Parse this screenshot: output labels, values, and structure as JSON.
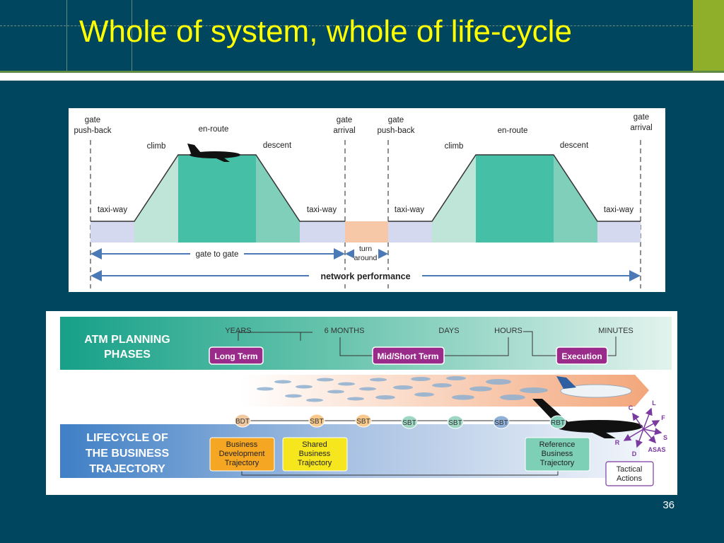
{
  "slide": {
    "title": "Whole of system, whole of life-cycle",
    "page_number": "36"
  },
  "flight_diagram": {
    "labels": {
      "gate_pushback_1": [
        "gate",
        "push-back"
      ],
      "gate_arrival_1": [
        "gate",
        "arrival"
      ],
      "gate_pushback_2": [
        "gate",
        "push-back"
      ],
      "gate_arrival_2": [
        "gate",
        "arrival"
      ],
      "enroute_1": "en-route",
      "enroute_2": "en-route",
      "climb_1": "climb",
      "climb_2": "climb",
      "descent_1": "descent",
      "descent_2": "descent",
      "taxiway_1": "taxi-way",
      "taxiway_2": "taxi-way",
      "taxiway_3": "taxi-way",
      "taxiway_4": "taxi-way",
      "gate_to_gate": "gate to gate",
      "turn_around": [
        "turn",
        "around"
      ],
      "network_performance": "network performance"
    },
    "colors": {
      "taxi": "#d4d9ef",
      "climb": "#bfe5d8",
      "enroute": "#45bfa5",
      "descent": "#7fcfba",
      "turnaround": "#f6c8a8",
      "arrow": "#4a79b5"
    }
  },
  "atm_diagram": {
    "planning_phases_title": [
      "ATM PLANNING",
      "PHASES"
    ],
    "time_labels": [
      "YEARS",
      "6 MONTHS",
      "DAYS",
      "HOURS",
      "MINUTES"
    ],
    "phases": [
      "Long Term",
      "Mid/Short Term",
      "Execution"
    ],
    "lifecycle_title": [
      "LIFECYCLE OF",
      "THE BUSINESS",
      "TRAJECTORY"
    ],
    "trajectory_nodes": [
      "BDT",
      "SBT",
      "SBT",
      "SBT",
      "SBT",
      "SBT",
      "RBT"
    ],
    "trajectory_boxes": [
      [
        "Business",
        "Development",
        "Trajectory"
      ],
      [
        "Shared",
        "Business",
        "Trajectory"
      ],
      [
        "Reference",
        "Business",
        "Trajectory"
      ]
    ],
    "tactical_actions": [
      "Tactical",
      "Actions"
    ],
    "direction_letters": [
      "C",
      "L",
      "F",
      "S",
      "R",
      "D",
      "ASAS"
    ],
    "colors": {
      "band_teal": "#1fa38a",
      "band_blue": "#4a86c8",
      "phase_box": "#9b2b8a",
      "bdt_node": "#f0c9a0",
      "sbt_orange": "#f8c98c",
      "sbt_green": "#9ed8c4",
      "sbt_blue": "#8fb0d8",
      "rbt_node": "#86d3bd",
      "box_orange": "#f5a623",
      "box_yellow": "#f6e61e",
      "box_green": "#7dd0b6",
      "arrow_purple": "#7a3aa0"
    }
  }
}
